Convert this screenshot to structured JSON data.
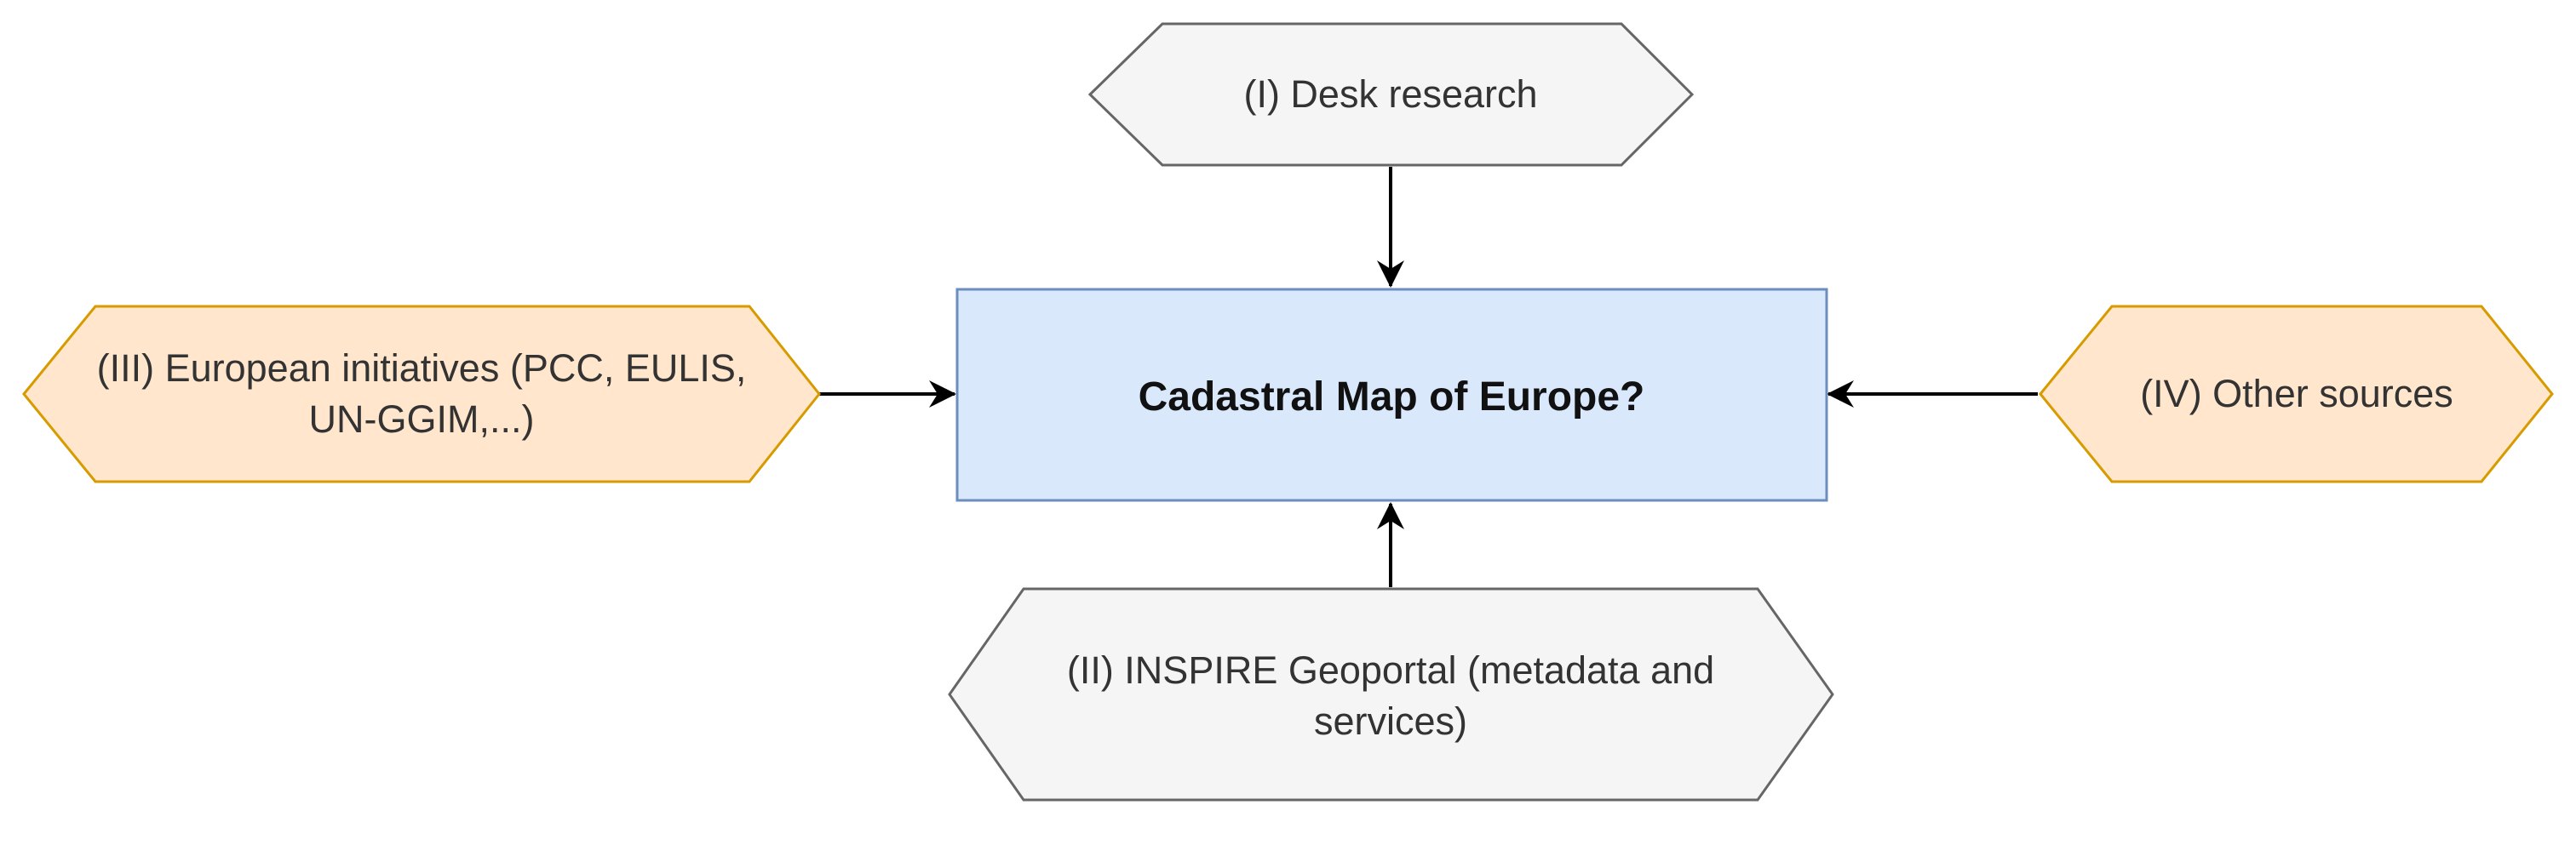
{
  "center": {
    "label": "Cadastral Map of Europe?",
    "fill": "#dae8fc",
    "stroke": "#6c8ebf"
  },
  "sources": {
    "desk_research": {
      "label": "(I) Desk research",
      "fill": "#f5f5f5",
      "stroke": "#666666"
    },
    "inspire": {
      "line1": "(II) INSPIRE Geoportal (metadata and",
      "line2": "services)",
      "fill": "#f5f5f5",
      "stroke": "#666666"
    },
    "european_initiatives": {
      "line1": "(III) European initiatives (PCC, EULIS,",
      "line2": "UN-GGIM,...)",
      "fill": "#ffe6cc",
      "stroke": "#d79b00"
    },
    "other_sources": {
      "label": "(IV) Other sources",
      "fill": "#ffe6cc",
      "stroke": "#d79b00"
    }
  },
  "connector_color": "#000000"
}
